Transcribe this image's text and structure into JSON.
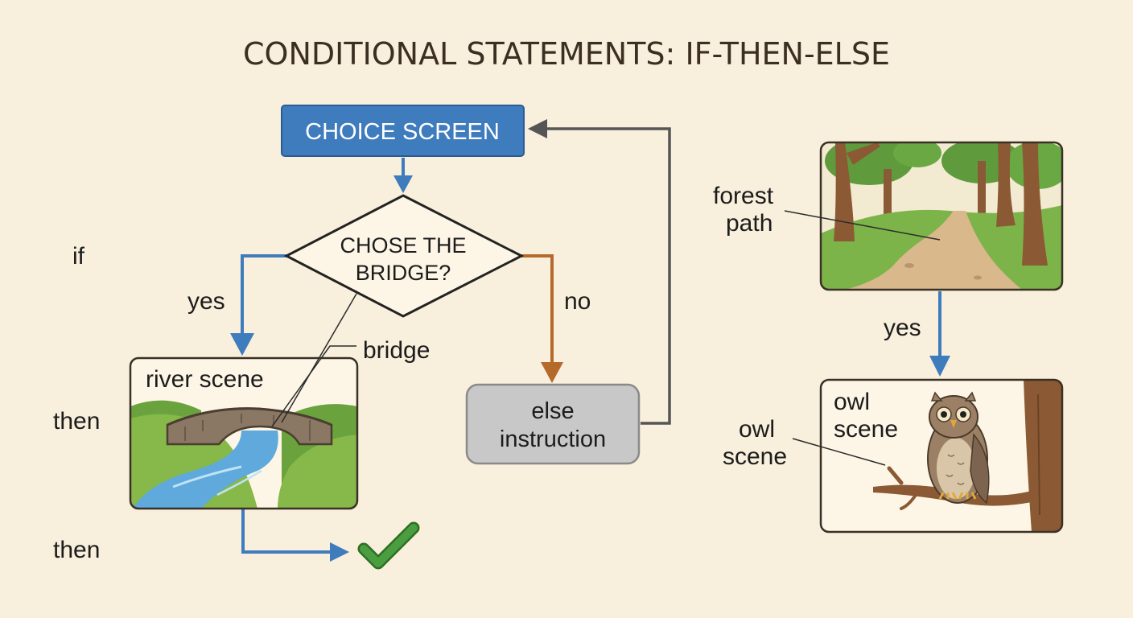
{
  "title": "CONDITIONAL STATEMENTS: IF-THEN-ELSE",
  "nodes": {
    "choice_screen": "CHOICE SCREEN",
    "decision_line1": "CHOSE THE",
    "decision_line2": "BRIDGE?",
    "river_scene": "river scene",
    "else_line1": "else",
    "else_line2": "instruction",
    "owl_scene_line1": "owl",
    "owl_scene_line2": "scene"
  },
  "edge_labels": {
    "yes_left": "yes",
    "no": "no",
    "yes_right": "yes"
  },
  "side_labels": {
    "if": "if",
    "then_1": "then",
    "then_2": "then"
  },
  "callouts": {
    "bridge": "bridge",
    "forest_line1": "forest",
    "forest_line2": "path",
    "owl_line1": "owl",
    "owl_line2": "scene"
  },
  "icons": {
    "checkmark": "checkmark-icon"
  },
  "colors": {
    "background": "#f8efdc",
    "choice_fill": "#3f7cbd",
    "yes_arrow": "#3f7cbd",
    "no_arrow": "#b56a2c",
    "loop_arrow": "#555555",
    "else_fill": "#c8c8c8",
    "check": "#4a9e3f"
  }
}
